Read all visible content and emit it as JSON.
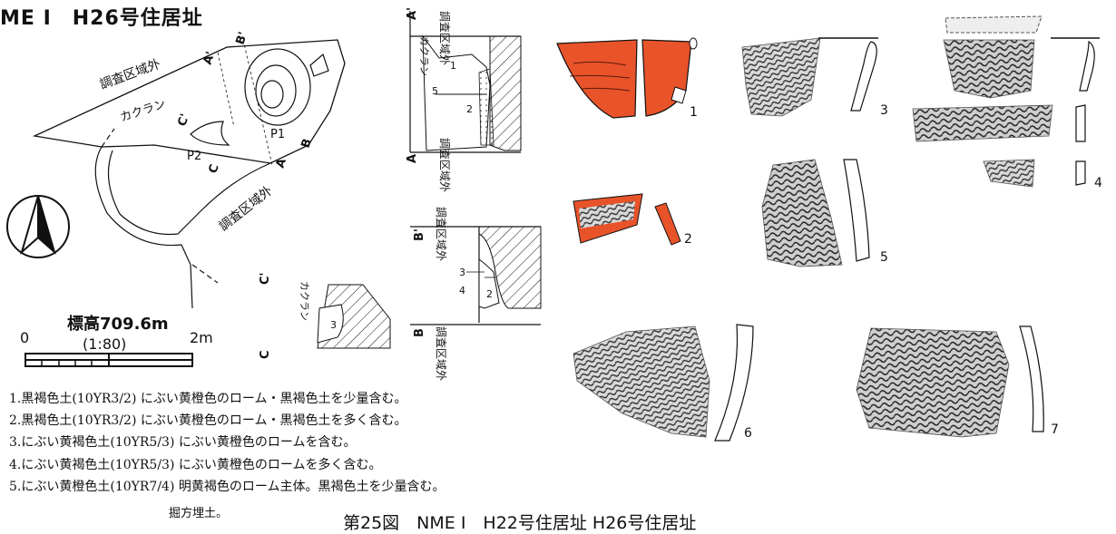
{
  "title": "ME I　H26号住居址",
  "plan": {
    "out_top": "調査区域外",
    "out_right": "調査区域外",
    "kakuran": "カクラン",
    "p1": "P1",
    "p2": "P2",
    "a": "A",
    "a_prime": "A'",
    "b": "B",
    "b_prime": "B'",
    "c": "C",
    "c_prime": "C'"
  },
  "scale": {
    "elevation": "標高709.6m",
    "ratio": "(1:80)",
    "zero": "0",
    "max": "2m"
  },
  "sections": {
    "out_v": "調査区域外",
    "kakuran_v": "カクラン",
    "a_prime": "A'",
    "a": "A",
    "b_prime": "B'",
    "b": "B",
    "c_prime": "C'",
    "c": "C",
    "l1": "1",
    "l2": "2",
    "l3": "3",
    "l4": "4",
    "l5": "5"
  },
  "layers": [
    "1.黒褐色土(10YR3/2) にぶい黄橙色のローム・黒褐色土を少量含む。",
    "2.黒褐色土(10YR3/2) にぶい黄橙色のローム・黒褐色土を多く含む。",
    "3.にぶい黄褐色土(10YR5/3) にぶい黄橙色のロームを含む。",
    "4.にぶい黄褐色土(10YR5/3) にぶい黄橙色のロームを多く含む。",
    "5.にぶい黄橙色土(10YR7/4) 明黄褐色のローム主体。黒褐色土を少量含む。"
  ],
  "note": "掘方埋土。",
  "caption": "第25図　NME I　H22号住居址  H26号住居址",
  "artifacts": [
    "1",
    "2",
    "3",
    "4",
    "5",
    "6",
    "7"
  ],
  "colors": {
    "red_slip": "#e8532a",
    "ink": "#111111"
  }
}
